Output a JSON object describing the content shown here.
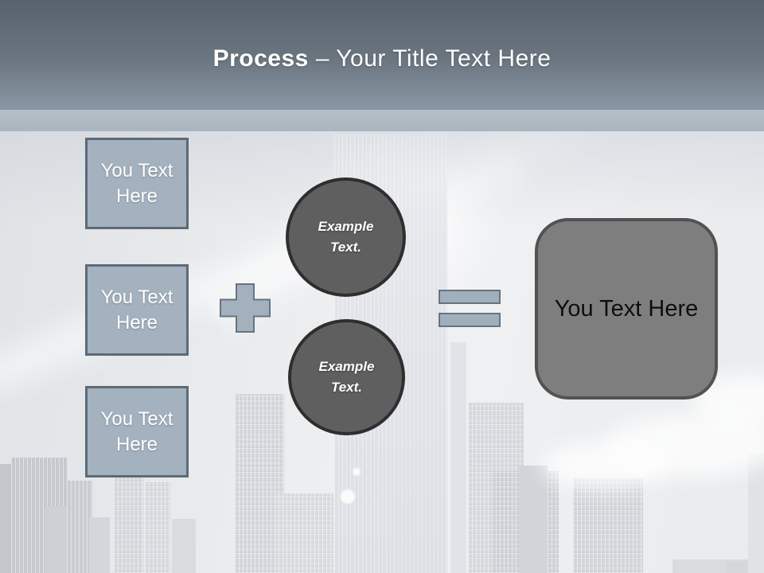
{
  "slide": {
    "title": {
      "bold": "Process",
      "rest": "– Your Title Text Here"
    },
    "left_boxes": [
      {
        "label": "You Text Here"
      },
      {
        "label": "You Text Here"
      },
      {
        "label": "You Text Here"
      }
    ],
    "circles": [
      {
        "label": "Example Text."
      },
      {
        "label": "Example Text."
      }
    ],
    "result_box": {
      "label": "You Text Here"
    },
    "icons": {
      "plus": "plus-icon",
      "equals": "equals-icon"
    },
    "colors": {
      "header_top": "#58626d",
      "header_bottom": "#8a97a4",
      "accent_band": "#b1bbc5",
      "placeholder_fill": "#a4b1be",
      "placeholder_border": "#5d6a76",
      "operator_fill": "#a1aebb",
      "operator_border": "#66737f",
      "circle_fill": "#5f5f5f",
      "circle_border": "#2e2e2e",
      "result_fill": "#7e7e7e",
      "result_border": "#525252",
      "title_text": "#ffffff",
      "result_text": "#0e0e0e"
    }
  }
}
